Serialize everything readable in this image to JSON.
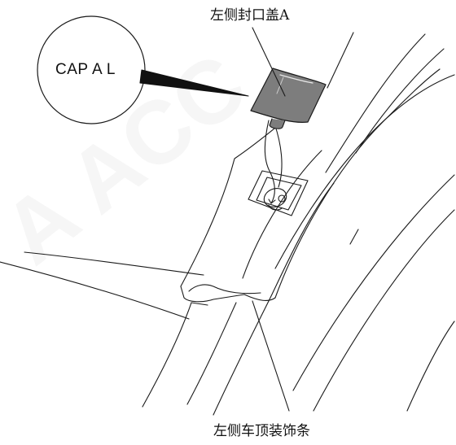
{
  "labels": {
    "top": "左侧封口盖A",
    "bottom": "左侧车顶装饰条",
    "cap_callout": "CAP A L"
  },
  "colors": {
    "line": "#1a1a1a",
    "cap_fill": "#7d7d7d",
    "background": "#ffffff"
  }
}
